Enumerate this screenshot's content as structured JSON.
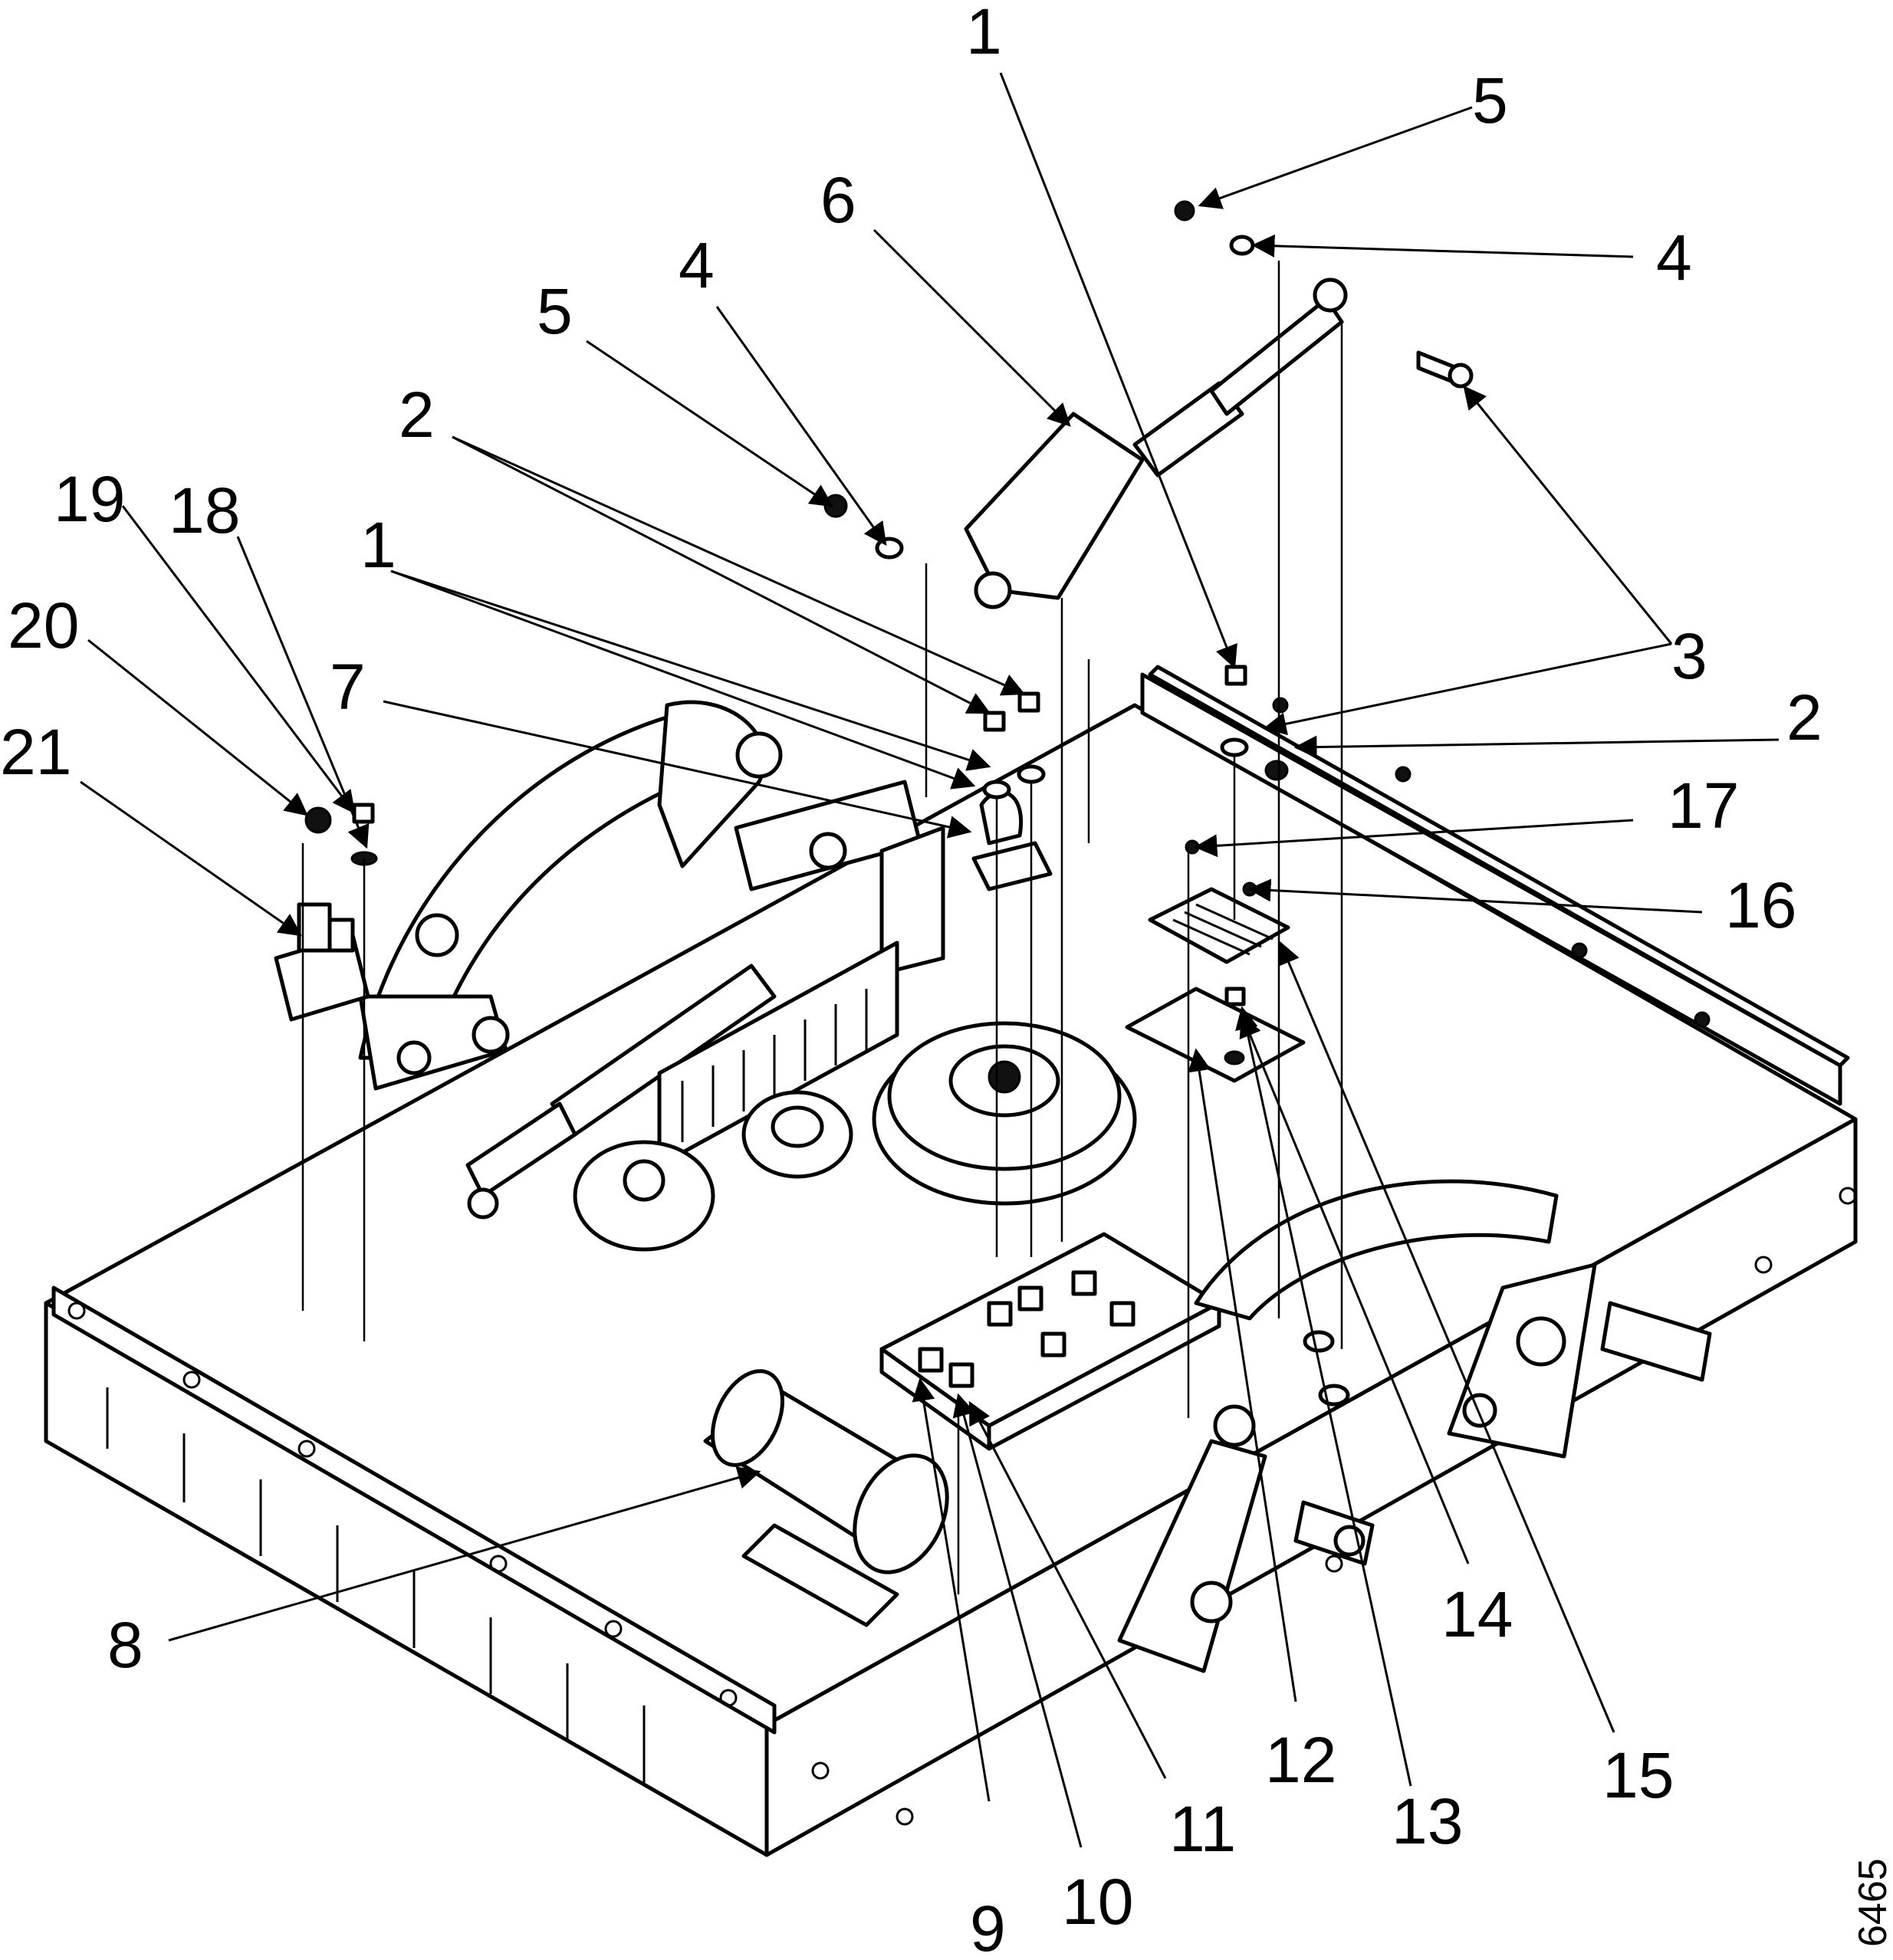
{
  "figure_number": "6465",
  "callouts": [
    {
      "id": "c1a",
      "label": "1"
    },
    {
      "id": "c1b",
      "label": "1"
    },
    {
      "id": "c2a",
      "label": "2"
    },
    {
      "id": "c2b",
      "label": "2"
    },
    {
      "id": "c3",
      "label": "3"
    },
    {
      "id": "c4a",
      "label": "4"
    },
    {
      "id": "c4b",
      "label": "4"
    },
    {
      "id": "c5a",
      "label": "5"
    },
    {
      "id": "c5b",
      "label": "5"
    },
    {
      "id": "c6",
      "label": "6"
    },
    {
      "id": "c7",
      "label": "7"
    },
    {
      "id": "c8",
      "label": "8"
    },
    {
      "id": "c9",
      "label": "9"
    },
    {
      "id": "c10",
      "label": "10"
    },
    {
      "id": "c11",
      "label": "11"
    },
    {
      "id": "c12",
      "label": "12"
    },
    {
      "id": "c13",
      "label": "13"
    },
    {
      "id": "c14",
      "label": "14"
    },
    {
      "id": "c15",
      "label": "15"
    },
    {
      "id": "c16",
      "label": "16"
    },
    {
      "id": "c17",
      "label": "17"
    },
    {
      "id": "c18",
      "label": "18"
    },
    {
      "id": "c19",
      "label": "19"
    },
    {
      "id": "c20",
      "label": "20"
    },
    {
      "id": "c21",
      "label": "21"
    }
  ]
}
